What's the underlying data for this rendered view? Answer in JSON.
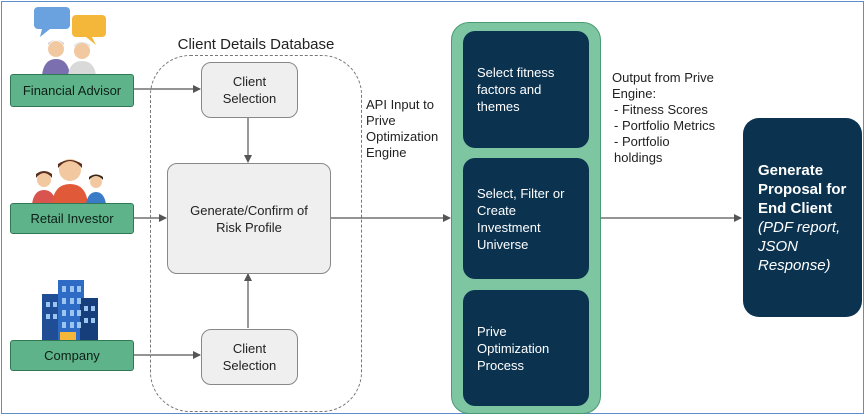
{
  "actors": {
    "financial_advisor": "Financial Advisor",
    "retail_investor": "Retail Investor",
    "company": "Company"
  },
  "database": {
    "title": "Client Details Database",
    "client_selection_top": "Client Selection",
    "risk_profile": "Generate/Confirm of Risk Profile",
    "client_selection_bottom": "Client Selection"
  },
  "api_input_note": "API Input to Prive Optimization Engine",
  "engine": {
    "step1": "Select fitness factors and themes",
    "step2": "Select, Filter or Create Investment Universe",
    "step3": "Prive Optimization Process"
  },
  "output_note": {
    "heading": "Output from Prive Engine:",
    "items": [
      "- Fitness Scores",
      "- Portfolio Metrics",
      "- Portfolio holdings"
    ]
  },
  "result": {
    "title": "Generate Proposal for End Client",
    "subtitle": "(PDF report, JSON Response)"
  },
  "colors": {
    "actor_green": "#5fb38a",
    "engine_green": "#7ec5a1",
    "navy": "#0b3350",
    "frame_blue": "#5b8fc9"
  }
}
